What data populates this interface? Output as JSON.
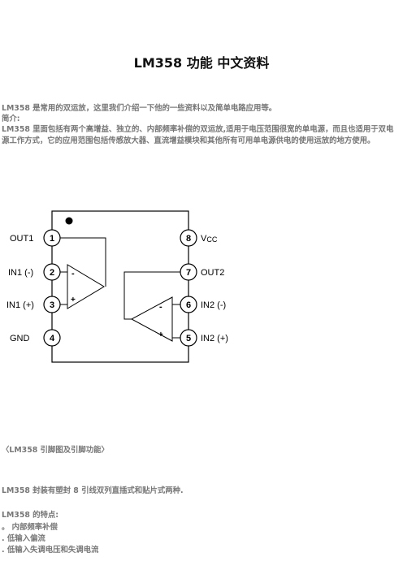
{
  "title": "LM358 功能  中文资料",
  "intro": "LM358 是常用的双运放，这里我们介绍一下他的一些资料以及简单电路应用等。",
  "summary_heading": "简介:",
  "summary_text": "LM358 里面包括有两个高增益、独立的、内部频率补偿的双运放,适用于电压范围很宽的单电源，而且也适用于双电源工作方式，它的应用范围包括传感放大器、直流增益模块和其他所有可用单电源供电的使用运放的地方使用。",
  "diagram": {
    "pins": [
      {
        "num": "1",
        "label": "OUT1"
      },
      {
        "num": "2",
        "label": "IN1 (-)"
      },
      {
        "num": "3",
        "label": "IN1 (+)"
      },
      {
        "num": "4",
        "label": "GND"
      },
      {
        "num": "5",
        "label": "IN2 (+)"
      },
      {
        "num": "6",
        "label": "IN2 (-)"
      },
      {
        "num": "7",
        "label": "OUT2"
      },
      {
        "num": "8",
        "label": "V"
      }
    ],
    "vcc_sub": "CC",
    "minus_sign": "-",
    "plus_sign": "+"
  },
  "caption": "〈LM358 引脚图及引脚功能〉",
  "package_text": "LM358 封装有塑封 8 引线双列直插式和贴片式两种.",
  "features_heading": "LM358 的特点:",
  "features": [
    "。 内部频率补偿",
    ". 低输入偏流",
    ". 低输入失调电压和失调电流"
  ]
}
